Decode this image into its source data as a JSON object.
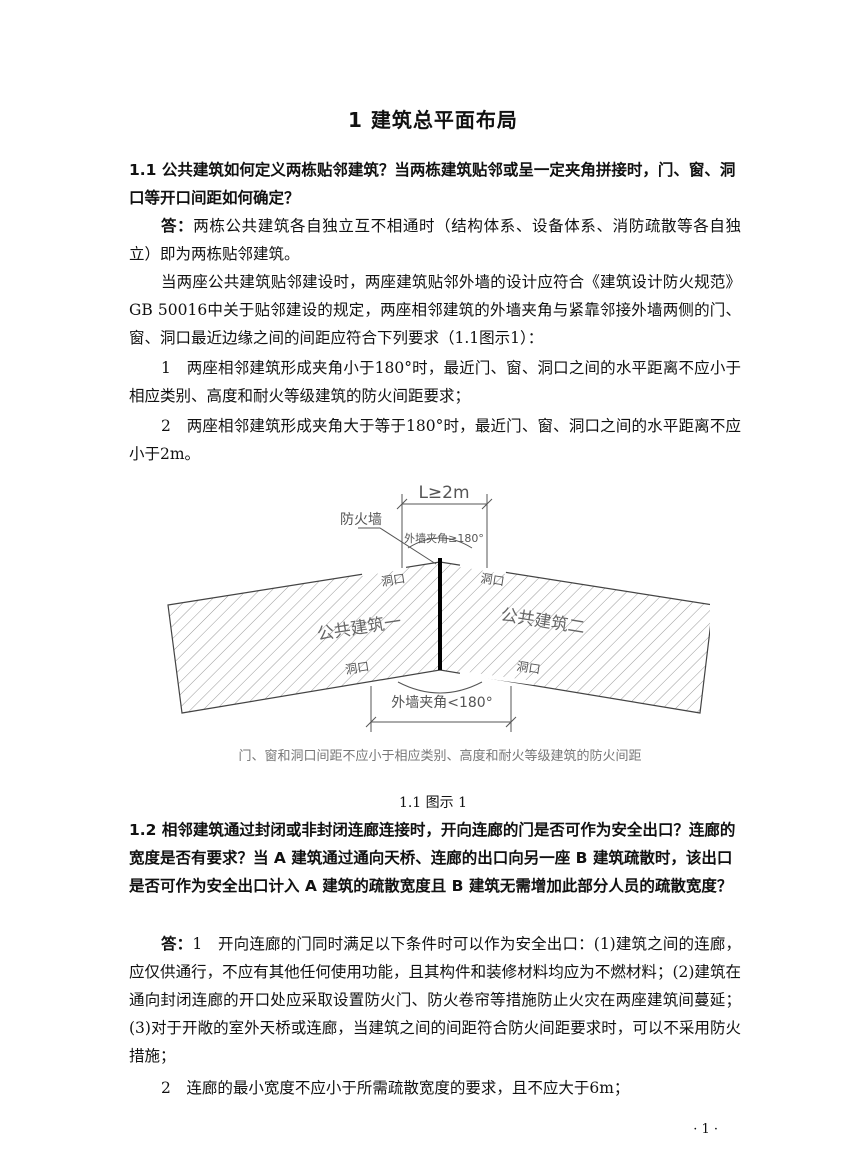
{
  "heading": "1 建筑总平面布局",
  "q1": {
    "question": "1.1 公共建筑如何定义两栋贴邻建筑？当两栋建筑贴邻或呈一定夹角拼接时，门、窗、洞口等开口间距如何确定？",
    "answer_label": "答：",
    "answer_text": "两栋公共建筑各自独立互不相通时（结构体系、设备体系、消防疏散等各自独立）即为两栋贴邻建筑。",
    "para2": "当两座公共建筑贴邻建设时，两座建筑贴邻外墙的设计应符合《建筑设计防火规范》GB 50016中关于贴邻建设的规定，两座相邻建筑的外墙夹角与紧靠邻接外墙两侧的门、窗、洞口最近边缘之间的间距应符合下列要求（1.1图示1）：",
    "item1": "1　两座相邻建筑形成夹角小于180°时，最近门、窗、洞口之间的水平距离不应小于相应类别、高度和耐火等级建筑的防火间距要求；",
    "item2": "2　两座相邻建筑形成夹角大于等于180°时，最近门、窗、洞口之间的水平距离不应小于2m。"
  },
  "figure": {
    "dim_top": "L≥2m",
    "fire_wall": "防火墙",
    "angle_top": "外墙夹角≥180°",
    "opening": "洞口",
    "building1": "公共建筑一",
    "building2": "公共建筑二",
    "angle_bottom": "外墙夹角<180°",
    "note": "门、窗和洞口间距不应小于相应类别、高度和耐火等级建筑的防火间距",
    "caption": "1.1 图示 1"
  },
  "q2": {
    "question": "1.2 相邻建筑通过封闭或非封闭连廊连接时，开向连廊的门是否可作为安全出口？连廊的宽度是否有要求？当 A 建筑通过通向天桥、连廊的出口向另一座 B 建筑疏散时，该出口是否可作为安全出口计入 A 建筑的疏散宽度且 B 建筑无需增加此部分人员的疏散宽度？",
    "answer_label": "答：",
    "answer_text": "1　开向连廊的门同时满足以下条件时可以作为安全出口：(1)建筑之间的连廊，应仅供通行，不应有其他任何使用功能，且其构件和装修材料均应为不燃材料；(2)建筑在通向封闭连廊的开口处应采取设置防火门、防火卷帘等措施防止火灾在两座建筑间蔓延；(3)对于开敞的室外天桥或连廊，当建筑之间的间距符合防火间距要求时，可以不采用防火措施；",
    "item2": "2　连廊的最小宽度不应小于所需疏散宽度的要求，且不应大于6m；"
  },
  "page_number": "· 1 ·"
}
